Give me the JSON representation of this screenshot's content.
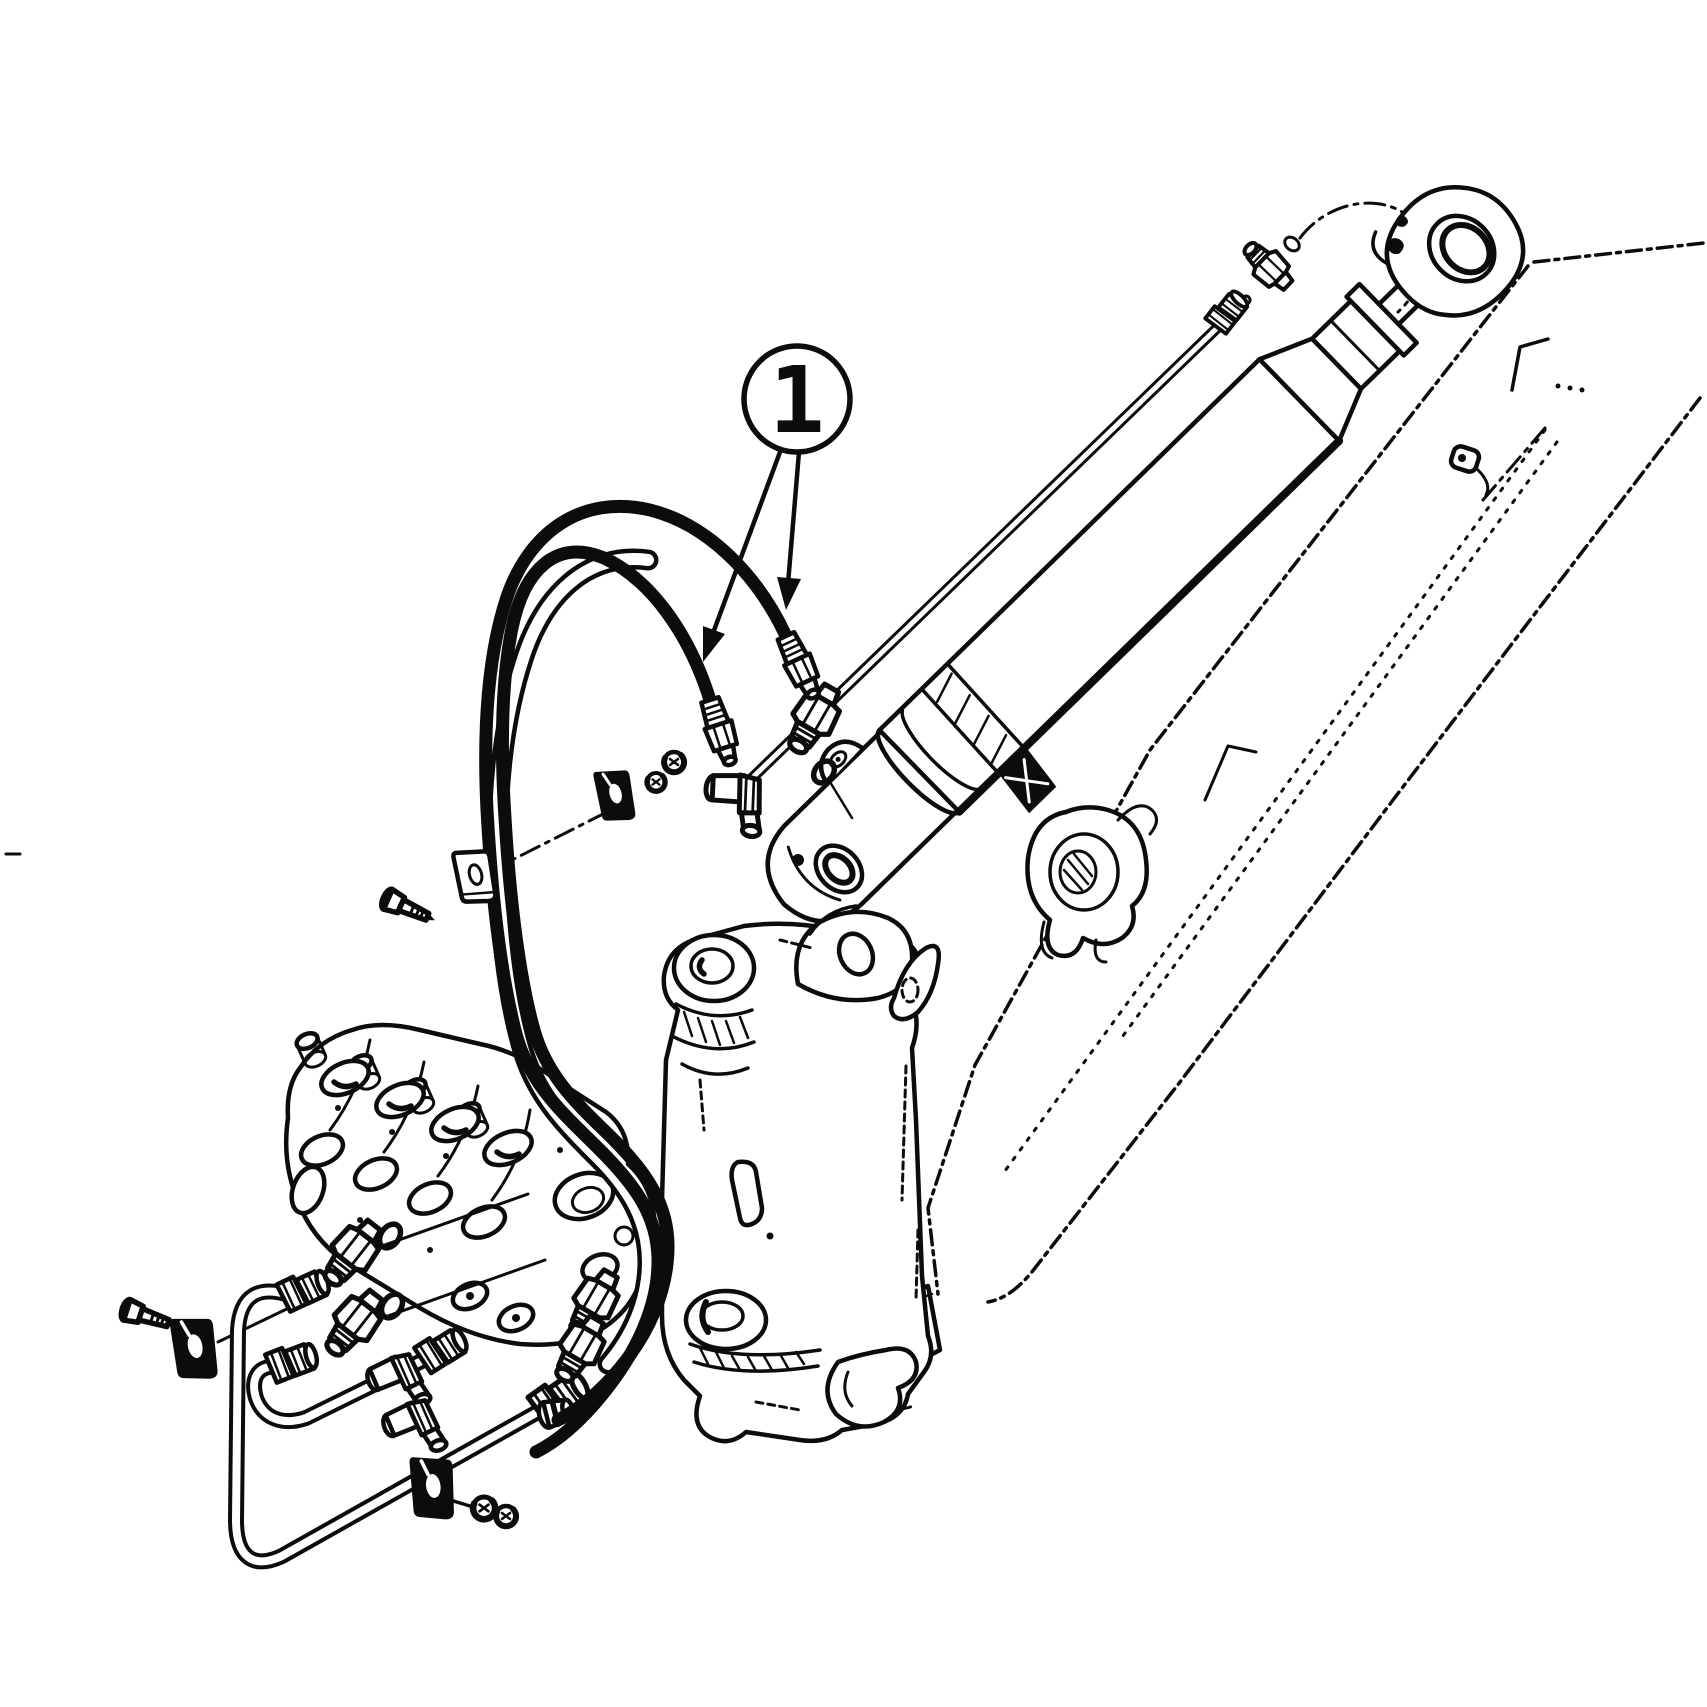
{
  "figure": {
    "kind": "exploded-parts-line-drawing",
    "subject": "boom-cylinder-hydraulic-hose-group"
  },
  "colors": {
    "ink": "#0c0c0c",
    "paper": "#ffffff"
  },
  "callout": {
    "label": "1",
    "leader_count": 2
  },
  "parts": [
    "hydraulic-hose-pair",
    "hose-end-fittings",
    "boom-cylinder",
    "cylinder-rod-eye",
    "cylinder-clevis",
    "steel-tube-line",
    "elbow-fitting",
    "straight-fitting",
    "o-rings",
    "control-valve-bank",
    "tube-assemblies",
    "clamp-plates",
    "bolts-and-nuts",
    "mounting-bracket-casting",
    "boom-outline-reference"
  ]
}
